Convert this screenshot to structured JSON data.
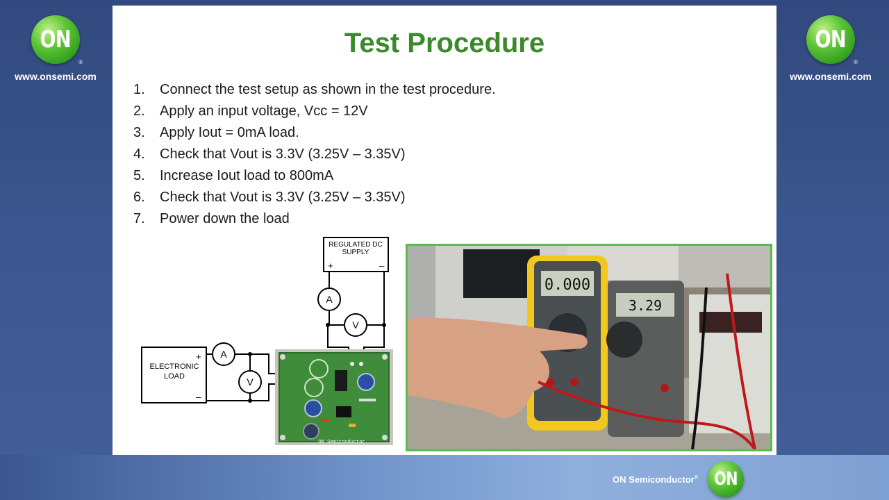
{
  "logos": {
    "mark": "ON",
    "reg": "®",
    "url": "www.onsemi.com"
  },
  "slide": {
    "title": "Test Procedure",
    "steps": [
      {
        "num": "1.",
        "text": "Connect the test setup as shown in the test procedure."
      },
      {
        "num": "2.",
        "text": "Apply an input voltage, Vcc = 12V"
      },
      {
        "num": "3.",
        "text": "Apply Iout = 0mA load."
      },
      {
        "num": "4.",
        "text": "Check that Vout is 3.3V (3.25V – 3.35V)"
      },
      {
        "num": "5.",
        "text": "Increase Iout load to 800mA"
      },
      {
        "num": "6.",
        "text": "Check that Vout is 3.3V (3.25V – 3.35V)"
      },
      {
        "num": "7.",
        "text": "Power down the load"
      }
    ]
  },
  "diagram": {
    "supply_line1": "REGULATED DC",
    "supply_line2": "SUPPLY",
    "plus": "+",
    "minus": "–",
    "ammeter": "A",
    "voltmeter": "V",
    "load_line1": "ELECTRONIC",
    "load_line2": "LOAD",
    "board_label": "ON Semiconductor"
  },
  "photo": {
    "meter1_reading": "0.000",
    "meter2_reading": "3.29"
  },
  "footer": {
    "company": "ON Semiconductor",
    "reg": "®",
    "mark": "ON"
  },
  "colors": {
    "title_green": "#3a8a2a",
    "logo_green": "#4fb22f",
    "background_blue": "#3b568e",
    "photo_border": "#5dbb4d"
  }
}
